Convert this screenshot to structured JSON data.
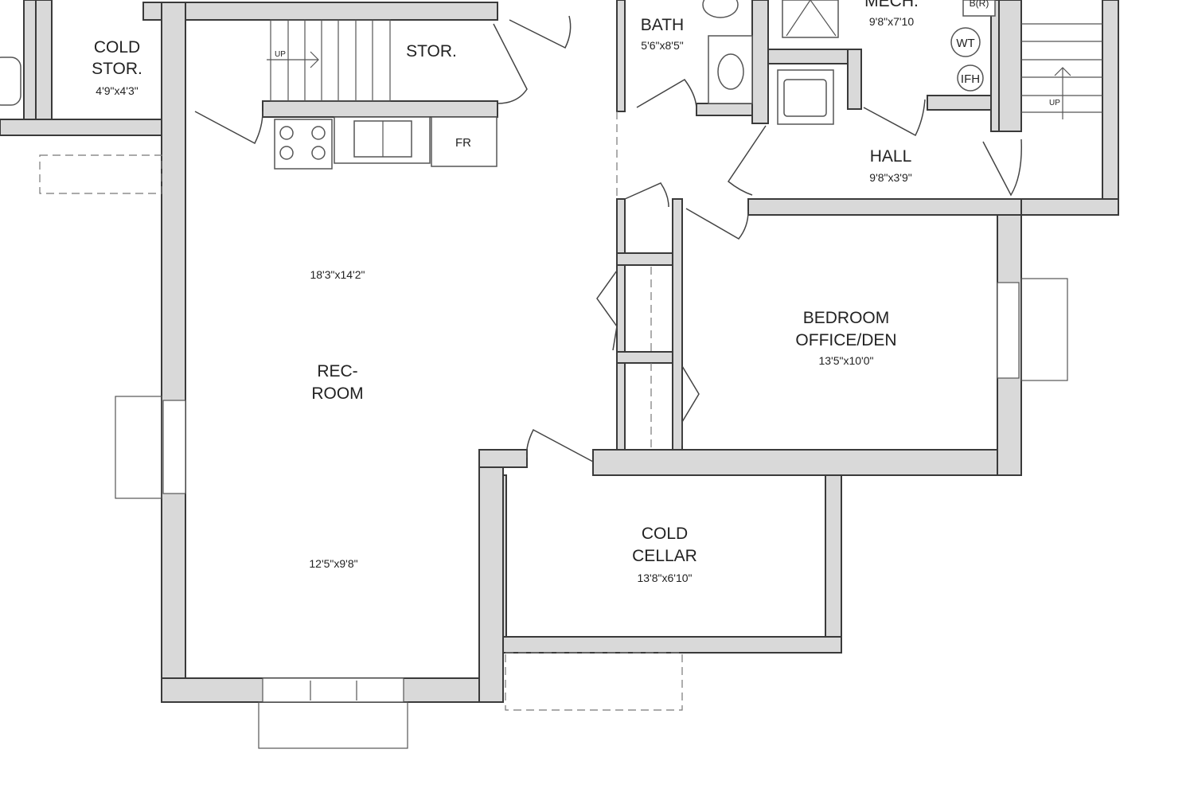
{
  "rooms": {
    "cold_storage": {
      "name_line1": "COLD",
      "name_line2": "STOR.",
      "size": "4'9\"x4'3\""
    },
    "storage": {
      "name": "STOR."
    },
    "bath": {
      "name": "BATH",
      "size": "5'6\"x8'5\""
    },
    "mech": {
      "name": "MECH.",
      "size": "9'8\"x7'10"
    },
    "hall": {
      "name": "HALL",
      "size": "9'8\"x3'9\""
    },
    "rec_room": {
      "name_line1": "REC-",
      "name_line2": "ROOM",
      "size_upper": "18'3\"x14'2\"",
      "size_lower": "12'5\"x9'8\""
    },
    "bedroom": {
      "name_line1": "BEDROOM",
      "name_line2": "OFFICE/DEN",
      "size": "13'5\"x10'0\""
    },
    "cold_cellar": {
      "name_line1": "COLD",
      "name_line2": "CELLAR",
      "size": "13'8\"x6'10\""
    }
  },
  "fixtures": {
    "fridge": "FR",
    "water_tank": "WT",
    "furnace": "IFH",
    "boiler": "B(R)",
    "stair_up_left": "UP",
    "stair_up_right": "UP"
  },
  "colors": {
    "wall_fill": "#d9d9d9",
    "wall_stroke": "#3a3a3a",
    "background": "#ffffff"
  }
}
